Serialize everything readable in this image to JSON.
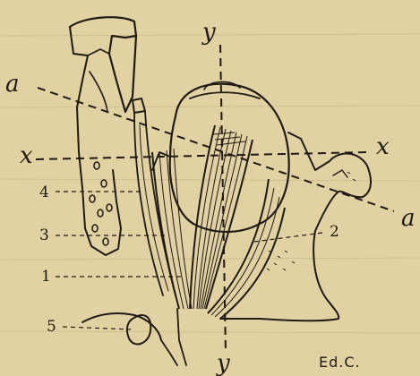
{
  "axes": {
    "y_top": "y",
    "y_bottom": "y",
    "x_left": "x",
    "x_right": "x",
    "a_left": "a",
    "a_right": "a"
  },
  "labels": {
    "l1": "1",
    "l2": "2",
    "l3": "3",
    "l4": "4",
    "l5": "5"
  },
  "signature": "Ed.C."
}
